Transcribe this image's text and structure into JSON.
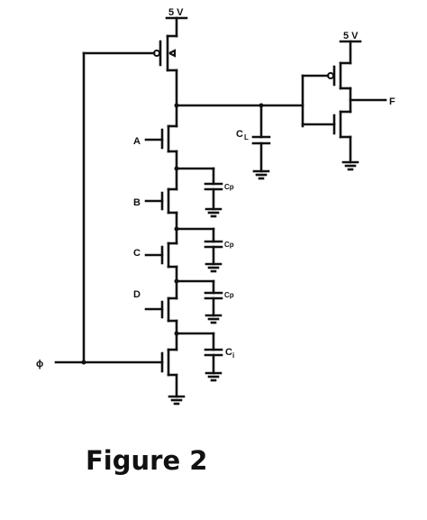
{
  "figure": {
    "caption": "Figure 2"
  },
  "labels": {
    "vdd_main": "5 V",
    "vdd_inverter": "5 V",
    "input_a": "A",
    "input_b": "B",
    "input_c": "C",
    "input_d": "D",
    "clock": "ϕ",
    "output": "F",
    "load_cap": "C",
    "load_cap_sub": "L",
    "parasitic_cap_1": "Cp",
    "parasitic_cap_2": "Cp",
    "parasitic_cap_3": "Cp",
    "bottom_cap": "C",
    "bottom_cap_sub": "i"
  }
}
